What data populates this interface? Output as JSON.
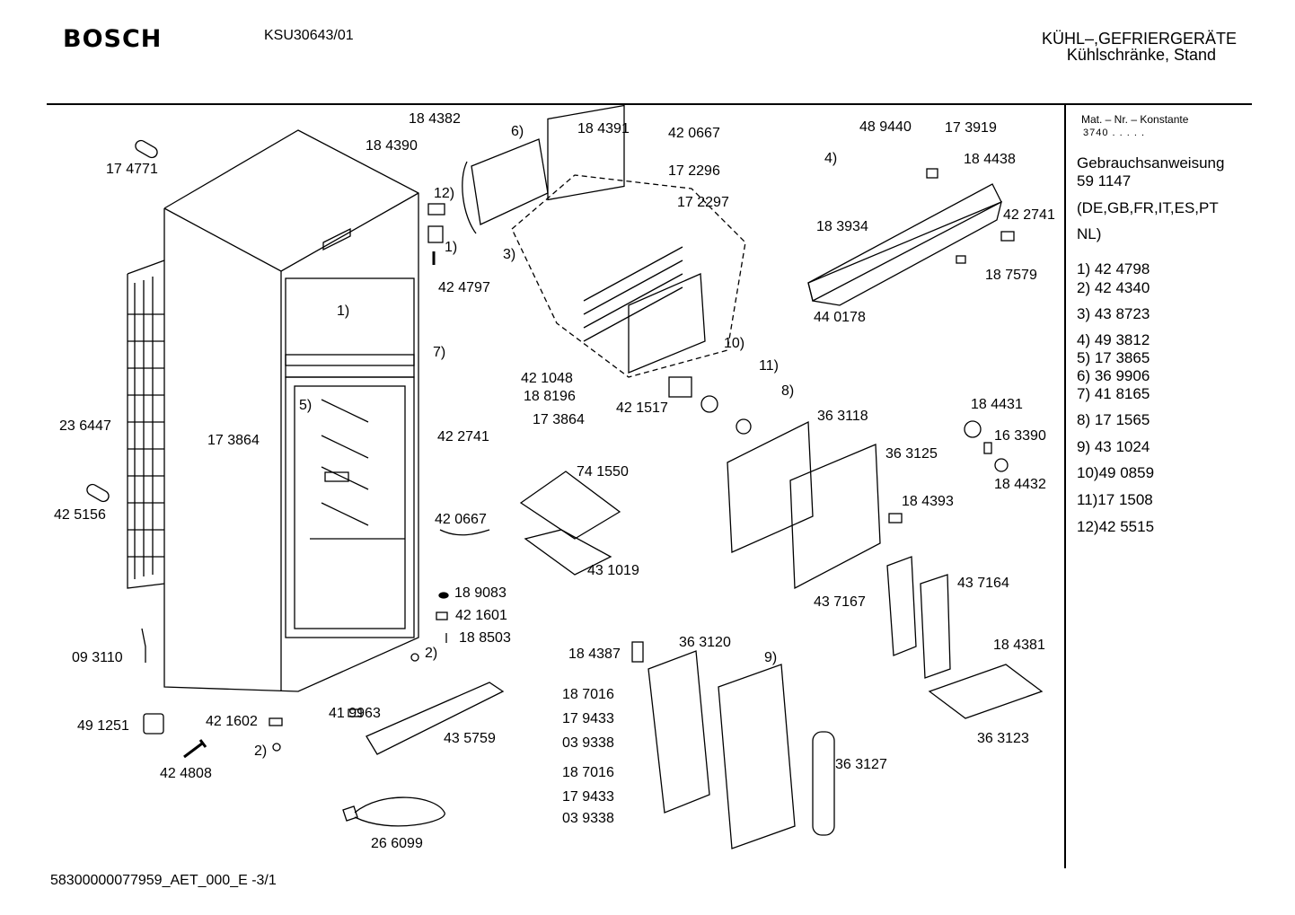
{
  "header": {
    "brand": "BOSCH",
    "model": "KSU30643/01",
    "category_line1": "KÜHL–,GEFRIERGERÄTE",
    "category_line2": "Kühlschränke, Stand"
  },
  "footer": {
    "code": "58300000077959_AET_000_E -3/1"
  },
  "side_panel": {
    "mat_label": "Mat. – Nr. – Konstante",
    "mat_value": "3740  .  .  .  .  .",
    "manual_title": "Gebrauchsanweisung",
    "manual_number": "59 1147",
    "languages_line1": "(DE,GB,FR,IT,ES,PT",
    "languages_line2": "NL)",
    "legend": [
      "1) 42 4798",
      "2) 42 4340",
      "3) 43 8723",
      "4) 49 3812",
      "5) 17 3865",
      "6) 36 9906",
      "7) 41 8165",
      "8) 17 1565",
      "9) 43 1024",
      "10)49 0859",
      "11)17 1508",
      "12)42 5515"
    ]
  },
  "labels": [
    "17 4771",
    "23 6447",
    "42 5156",
    "09 3110",
    "49 1251",
    "42 1602",
    "2)",
    "42 4808",
    "18 4382",
    "18 4390",
    "6)",
    "12)",
    "1)",
    "42 4797",
    "3)",
    "1)",
    "17 3864",
    "5)",
    "7)",
    "42 1048",
    "18 8196",
    "17 3864",
    "42 2741",
    "18 4391",
    "42 0667",
    "17 2296",
    "17 2297",
    "42 1517",
    "10)",
    "11)",
    "8)",
    "48 9440",
    "17 3919",
    "4)",
    "18 4438",
    "18 3934",
    "42 2741",
    "18 7579",
    "44 0178",
    "74 1550",
    "42 0667",
    "43 1019",
    "18 9083",
    "42 1601",
    "18 8503",
    "2)",
    "41 9963",
    "43 5759",
    "26 6099",
    "18 4387",
    "36 3120",
    "9)",
    "18 7016",
    "17 9433",
    "03 9338",
    "18 7016",
    "17 9433",
    "03 9338",
    "36 3127",
    "36 3118",
    "36 3125",
    "18 4393",
    "43 7167",
    "18 4431",
    "16 3390",
    "18 4432",
    "43 7164",
    "18 4381",
    "36 3123"
  ]
}
